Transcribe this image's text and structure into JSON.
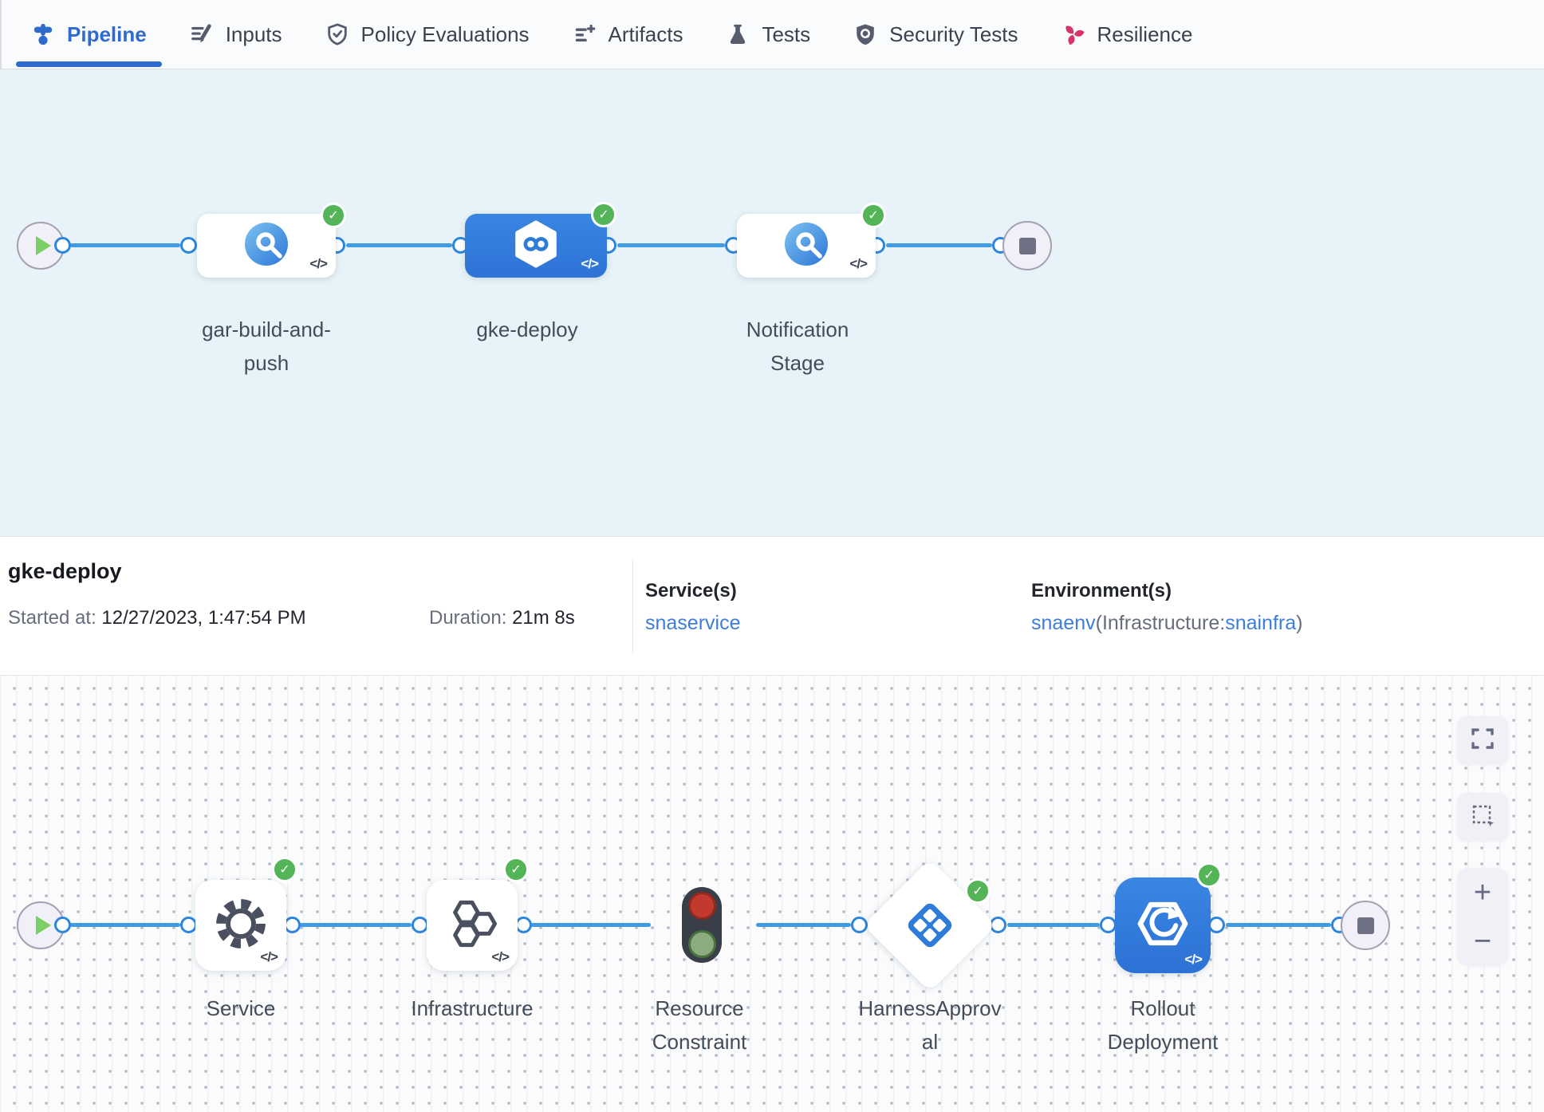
{
  "tabs": [
    {
      "label": "Pipeline"
    },
    {
      "label": "Inputs"
    },
    {
      "label": "Policy Evaluations"
    },
    {
      "label": "Artifacts"
    },
    {
      "label": "Tests"
    },
    {
      "label": "Security Tests"
    },
    {
      "label": "Resilience"
    }
  ],
  "upper_pipeline": {
    "stages": [
      {
        "name": "gar-build-and-push",
        "status": "success"
      },
      {
        "name": "gke-deploy",
        "status": "success",
        "selected": true
      },
      {
        "name": "Notification Stage",
        "status": "success"
      }
    ],
    "code_glyph": "</>"
  },
  "summary": {
    "title": "gke-deploy",
    "started_label": "Started at:",
    "started_value": "12/27/2023, 1:47:54 PM",
    "duration_label": "Duration:",
    "duration_value": "21m 8s",
    "services_label": "Service(s)",
    "service_value": "snaservice",
    "environments_label": "Environment(s)",
    "environment_value": "snaenv",
    "environment_infra_prefix": "(Infrastructure:",
    "environment_infra_value": "snainfra",
    "environment_suffix": ")"
  },
  "lower_pipeline": {
    "steps": [
      {
        "name": "Service",
        "status": "success"
      },
      {
        "name": "Infrastructure",
        "status": "success"
      },
      {
        "name": "Resource Constraint",
        "status": "success"
      },
      {
        "name": "HarnessApproval",
        "status": "success"
      },
      {
        "name": "Rollout Deployment",
        "status": "success"
      }
    ],
    "code_glyph": "</>"
  },
  "colors": {
    "accent": "#2f6bce",
    "connector": "#3f9ce2",
    "success_green": "#53b558",
    "node_blue": "#3079dd",
    "link_blue": "#3d7edb",
    "resilience_pink": "#d6336c"
  }
}
